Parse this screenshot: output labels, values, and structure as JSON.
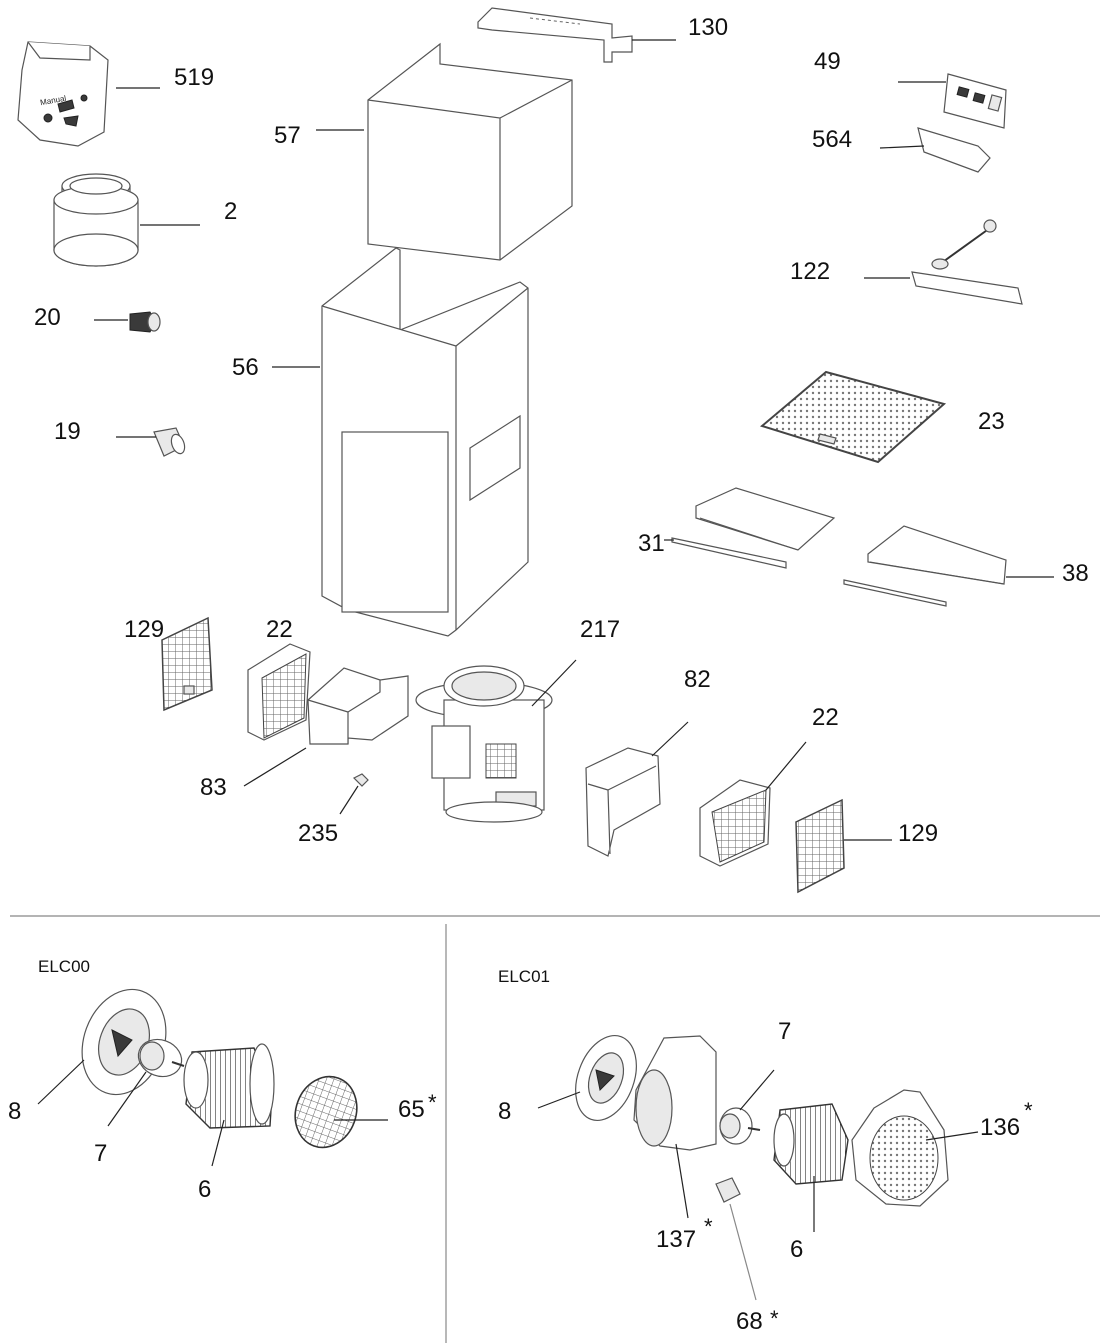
{
  "diagram": {
    "callouts": {
      "p519": "519",
      "p130": "130",
      "p49": "49",
      "p57": "57",
      "p564": "564",
      "p2": "2",
      "p122": "122",
      "p20": "20",
      "p56": "56",
      "p19": "19",
      "p23": "23",
      "p31": "31",
      "p38": "38",
      "p129_left": "129",
      "p22_left": "22",
      "p217": "217",
      "p82": "82",
      "p22_right": "22",
      "p83": "83",
      "p235": "235",
      "p129_right": "129",
      "elc00_8": "8",
      "elc00_7": "7",
      "elc00_6": "6",
      "elc00_65": "65",
      "elc01_7": "7",
      "elc01_8": "8",
      "elc01_136": "136",
      "elc01_137": "137",
      "elc01_6": "6",
      "elc01_68": "68"
    },
    "star": "*",
    "sections": {
      "elc00": "ELC00",
      "elc01": "ELC01"
    },
    "manual_bag_text": "Manual"
  }
}
